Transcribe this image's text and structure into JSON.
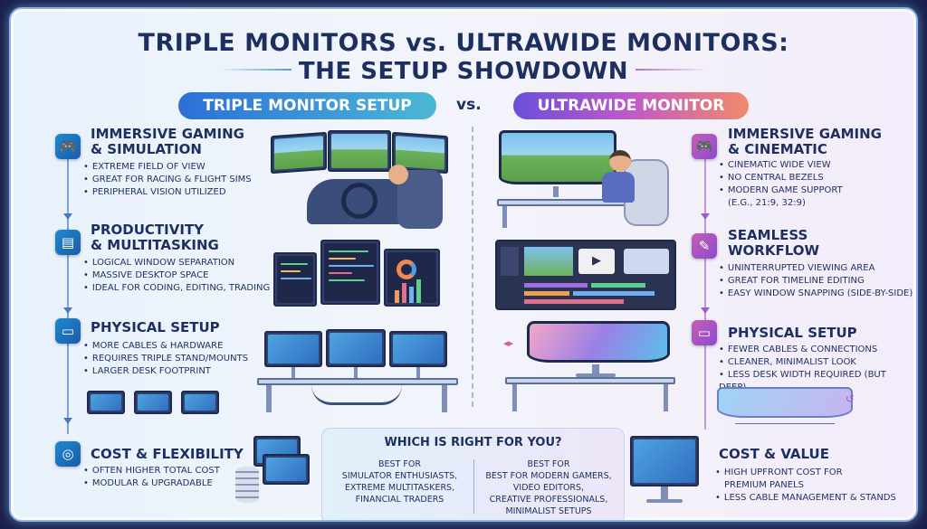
{
  "title": {
    "line1": "TRIPLE MONITORS vs. ULTRAWIDE MONITORS:",
    "line2": "THE SETUP SHOWDOWN"
  },
  "left_header": "TRIPLE MONITOR SETUP",
  "vs_label": "vs.",
  "right_header": "ULTRAWIDE MONITOR",
  "left_sections": [
    {
      "heading": [
        "IMMERSIVE GAMING",
        "& SIMULATION"
      ],
      "bullets": [
        "EXTREME FIELD OF VIEW",
        "GREAT FOR RACING & FLIGHT SIMS",
        "PERIPHERAL VISION UTILIZED"
      ],
      "icon": "gamepad-icon"
    },
    {
      "heading": [
        "PRODUCTIVITY",
        "& MULTITASKING"
      ],
      "bullets": [
        "LOGICAL WINDOW SEPARATION",
        "MASSIVE DESKTOP SPACE",
        "IDEAL FOR CODING, EDITING, TRADING"
      ],
      "icon": "document-icon"
    },
    {
      "heading": [
        "PHYSICAL SETUP"
      ],
      "bullets": [
        "MORE CABLES & HARDWARE",
        "REQUIRES TRIPLE STAND/MOUNTS",
        "LARGER DESK FOOTPRINT"
      ],
      "icon": "monitor-icon"
    },
    {
      "heading": [
        "COST & FLEXIBILITY"
      ],
      "bullets": [
        "OFTEN HIGHER TOTAL COST",
        "MODULAR & UPGRADABLE"
      ],
      "icon": "coins-icon"
    }
  ],
  "right_sections": [
    {
      "heading": [
        "IMMERSIVE GAMING",
        "& CINEMATIC"
      ],
      "bullets": [
        "CINEMATIC WIDE VIEW",
        "NO CENTRAL BEZELS",
        "MODERN GAME SUPPORT",
        "(e.g., 21:9, 32:9)"
      ],
      "icon": "gamepad-icon"
    },
    {
      "heading": [
        "SEAMLESS",
        "WORKFLOW"
      ],
      "bullets": [
        "UNINTERRUPTED VIEWING AREA",
        "GREAT FOR TIMELINE EDITING",
        "EASY WINDOW SNAPPING (SIDE-BY-SIDE)"
      ],
      "icon": "edit-icon"
    },
    {
      "heading": [
        "PHYSICAL SETUP"
      ],
      "bullets": [
        "FEWER CABLES & CONNECTIONS",
        "CLEANER, MINIMALIST LOOK",
        "LESS DESK WIDTH REQUIRED (BUT DEEP)"
      ],
      "icon": "monitor-icon"
    },
    {
      "heading": [
        "COST & VALUE"
      ],
      "bullets": [
        "HIGH UPFRONT COST FOR",
        "PREMIUM PANELS",
        "LESS CABLE MANAGEMENT & STANDS"
      ]
    }
  ],
  "bottom": {
    "title": "WHICH IS RIGHT FOR YOU?",
    "left": [
      "BEST FOR",
      "SIMULATOR ENTHUSIASTS,",
      "EXTREME MULTITASKERS,",
      "FINANCIAL TRADERS"
    ],
    "right": [
      "BEST FOR",
      "BEST FOR MODERN GAMERS,",
      "VIDEO EDITORS,",
      "CREATIVE PROFESSIONALS,",
      "MINIMALIST SETUPS"
    ]
  },
  "colors": {
    "left_accent": "#2d6fd6",
    "right_accent": "#c05ac8",
    "title": "#1d2f5e"
  }
}
